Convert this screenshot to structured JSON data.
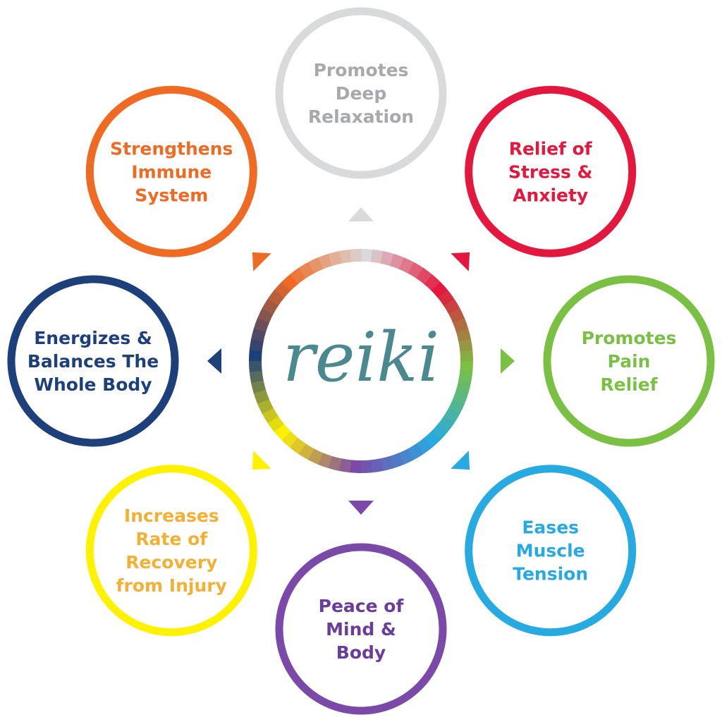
{
  "center": {
    "word": "reiki",
    "color": "#4a8a8e"
  },
  "benefits": [
    {
      "id": "relaxation",
      "lines": [
        "Promotes",
        "Deep",
        "Relaxation"
      ],
      "color": "#a7a9ac",
      "ring_color": "#d9dadc"
    },
    {
      "id": "stress",
      "lines": [
        "Relief of",
        "Stress &",
        "Anxiety"
      ],
      "color": "#e4173e",
      "ring_color": "#e4173e"
    },
    {
      "id": "pain",
      "lines": [
        "Promotes",
        "Pain",
        "Relief"
      ],
      "color": "#7ac143",
      "ring_color": "#7ac143"
    },
    {
      "id": "muscle",
      "lines": [
        "Eases",
        "Muscle",
        "Tension"
      ],
      "color": "#27aae1",
      "ring_color": "#27aae1"
    },
    {
      "id": "peace",
      "lines": [
        "Peace of",
        "Mind &",
        "Body"
      ],
      "color": "#6a3d9a",
      "ring_color": "#7b4aa8"
    },
    {
      "id": "recovery",
      "lines": [
        "Increases",
        "Rate of",
        "Recovery",
        "from Injury"
      ],
      "color": "#f2b134",
      "ring_color": "#fff200"
    },
    {
      "id": "energizes",
      "lines": [
        "Energizes &",
        "Balances The",
        "Whole Body"
      ],
      "color": "#1d3f7a",
      "ring_color": "#1d3f7a"
    },
    {
      "id": "immune",
      "lines": [
        "Strengthens",
        "Immune",
        "System"
      ],
      "color": "#ef6a23",
      "ring_color": "#ef6a23"
    }
  ]
}
